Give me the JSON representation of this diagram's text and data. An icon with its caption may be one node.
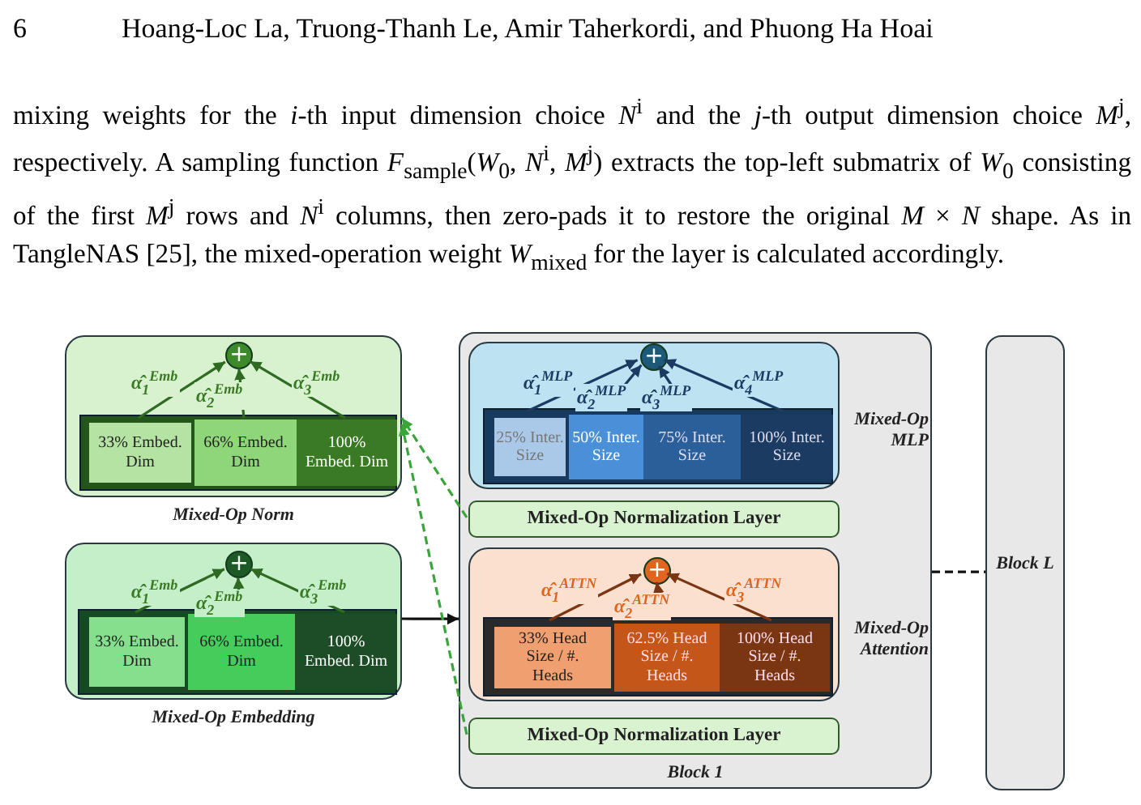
{
  "diagram": {
    "nodes": [
      {
        "text": [
          "Mixed-Op Norm"
        ]
      },
      {
        "text": [
          "+"
        ],
        "in": 0
      },
      {
        "text": [
          "33% Embed. Dim"
        ],
        "in": 0
      },
      {
        "text": [
          "66% Embed. Dim"
        ],
        "in": 0
      },
      {
        "text": [
          "100% Embed. Dim"
        ],
        "in": 0
      },
      {
        "text": [
          "Mixed-Op Embedding"
        ]
      },
      {
        "text": [
          "+"
        ],
        "in": 5
      },
      {
        "text": [
          "33% Embed. Dim"
        ],
        "in": 5
      },
      {
        "text": [
          "66% Embed. Dim"
        ],
        "in": 5
      },
      {
        "text": [
          "100% Embed. Dim"
        ],
        "in": 5
      },
      {
        "text": [
          "Block 1"
        ]
      },
      {
        "text": [
          "Mixed-Op MLP"
        ],
        "in": 10
      },
      {
        "text": [
          "+"
        ],
        "in": 11
      },
      {
        "text": [
          "25% Inter. Size"
        ],
        "in": 11
      },
      {
        "text": [
          "50% Inter. Size"
        ],
        "in": 11
      },
      {
        "text": [
          "75% Inter. Size"
        ],
        "in": 11
      },
      {
        "text": [
          "100% Inter. Size"
        ],
        "in": 11
      },
      {
        "text": [
          "Mixed-Op Normalization Layer"
        ],
        "in": 10
      },
      {
        "text": [
          "Mixed-Op Attention"
        ],
        "in": 10
      },
      {
        "text": [
          "+"
        ],
        "in": 18
      },
      {
        "text": [
          "33% Head Size / #. Heads"
        ],
        "in": 18
      },
      {
        "text": [
          "62.5% Head Size / #. Heads"
        ],
        "in": 18
      },
      {
        "text": [
          "100% Head Size / #. Heads"
        ],
        "in": 18
      },
      {
        "text": [
          "Mixed-Op Normalization Layer"
        ],
        "in": 10
      },
      {
        "text": [
          "Block L"
        ]
      }
    ],
    "edges": [
      {
        "from": 2,
        "to": 1,
        "arrow": "to",
        "label": "α̂$_{1}$$^{Emb}$"
      },
      {
        "from": 3,
        "to": 1,
        "arrow": "to",
        "label": "α̂$_{2}$$^{Emb}$"
      },
      {
        "from": 4,
        "to": 1,
        "arrow": "to",
        "label": "α̂$_{3}$$^{Emb}$"
      },
      {
        "from": 7,
        "to": 6,
        "arrow": "to",
        "label": "α̂$_{1}$$^{Emb}$"
      },
      {
        "from": 8,
        "to": 6,
        "arrow": "to",
        "label": "α̂$_{2}$$^{Emb}$"
      },
      {
        "from": 9,
        "to": 6,
        "arrow": "to",
        "label": "α̂$_{3}$$^{Emb}$"
      },
      {
        "from": 13,
        "to": 12,
        "arrow": "to",
        "label": "α̂$_{1}$$^{MLP}$",
        "color": "#1b3b63"
      },
      {
        "from": 14,
        "to": 12,
        "arrow": "to",
        "label": "α̂$_{2}$$^{MLP}$",
        "color": "#1b3b63"
      },
      {
        "from": 15,
        "to": 12,
        "arrow": "to",
        "label": "α̂$_{3}$$^{MLP}$",
        "color": "#1b3b63"
      },
      {
        "from": 16,
        "to": 12,
        "arrow": "to",
        "label": "α̂$_{4}$$^{MLP}$",
        "color": "#1b3b63"
      },
      {
        "from": 20,
        "to": 19,
        "arrow": "to",
        "label": "α̂$_{1}$$^{ATTN}$",
        "color": "#7a3512"
      },
      {
        "from": 21,
        "to": 19,
        "arrow": "to",
        "label": "α̂$_{2}$$^{ATTN}$",
        "color": "#7a3512"
      },
      {
        "from": 22,
        "to": 19,
        "arrow": "to",
        "label": "α̂$_{3}$$^{ATTN}$",
        "color": "#7a3512"
      },
      {
        "from": 5,
        "to": 10,
        "arrow": "to",
        "color": "#111111"
      },
      {
        "from": 17,
        "to": 0,
        "arrow": "to",
        "style": "dashed",
        "color": "#3aa53a"
      },
      {
        "from": 23,
        "to": 0,
        "arrow": "to",
        "style": "dashed",
        "color": "#3aa53a"
      },
      {
        "from": 10,
        "to": 24,
        "arrow": "none",
        "style": "dashed",
        "color": "#111111"
      }
    ],
    "labels": [
      "6",
      "Hoang-Loc La, Truong-Thanh Le, Amir Taherkordi, and Phuong Ha Hoai",
      "mixing weights for the *i*-th input dimension choice *N*$^{i}$ and the *j*-th output dimension choice *M*$^{j}$, respectively. A sampling function *F*$_{sample}$(*W*$_{0}$, *N*$^{i}$, *M*$^{j}$) extracts the top-left submatrix of *W*$_{0}$ consisting of the first *M*$^{j}$ rows and *N*$^{i}$ columns, then zero-pads it to restore the original *M* × *N* shape. As in TangleNAS [25], the mixed-operation weight *W*$_{mixed}$ for the layer is calculated accordingly."
    ]
  }
}
